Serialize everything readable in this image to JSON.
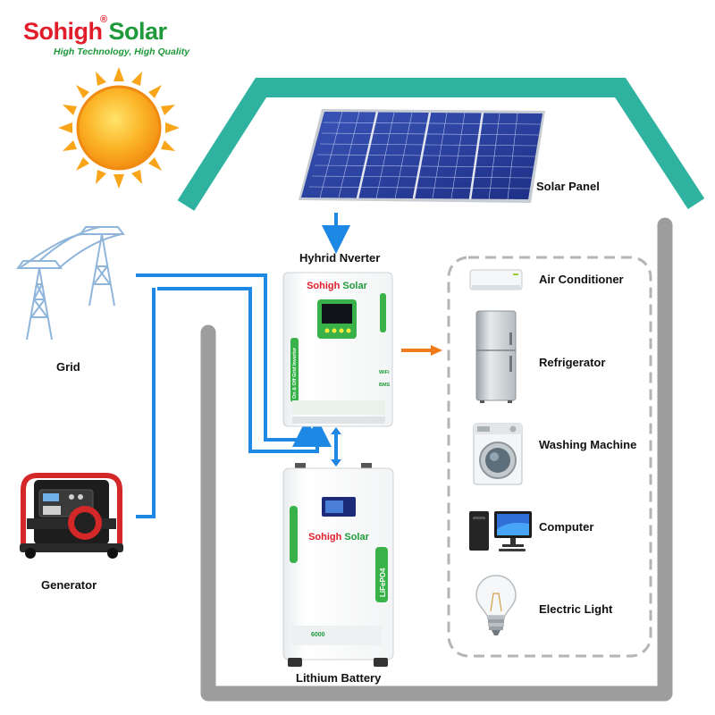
{
  "brand": {
    "name_part1": "Sohigh",
    "name_part2": "Solar",
    "registered": "®",
    "tagline": "High Technology, High Quality"
  },
  "labels": {
    "solar_panel": "Solar Panel",
    "inverter": "Hyhrid Nverter",
    "grid": "Grid",
    "generator": "Generator",
    "battery": "Lithium Battery"
  },
  "loads": [
    {
      "label": "Air Conditioner"
    },
    {
      "label": "Refrigerator"
    },
    {
      "label": "Washing Machine"
    },
    {
      "label": "Computer"
    },
    {
      "label": "Electric Light"
    }
  ],
  "inverter_device": {
    "brand_part1": "Sohigh",
    "brand_part2": "Solar",
    "side_text": "On & Off Grid Inverter",
    "wifi": "WiFi",
    "bms": "BMS"
  },
  "battery_device": {
    "brand_part1": "Sohigh",
    "brand_part2": "Solar",
    "side_text": "LiFePO4",
    "cycles": "6000"
  },
  "colors": {
    "roof": "#2fb3a0",
    "frame_gray": "#9d9d9d",
    "wire_blue": "#1e88e5",
    "arrow_orange": "#f07b1d",
    "brand_red": "#e11d2a",
    "brand_green": "#1e9a3a",
    "device_green": "#3ab24a",
    "sun": "#f9a51a"
  },
  "icons": [
    "sun-icon",
    "solar-panel-icon",
    "power-tower-icon",
    "generator-icon",
    "inverter-icon",
    "battery-icon",
    "air-conditioner-icon",
    "refrigerator-icon",
    "washing-machine-icon",
    "computer-icon",
    "light-bulb-icon"
  ]
}
